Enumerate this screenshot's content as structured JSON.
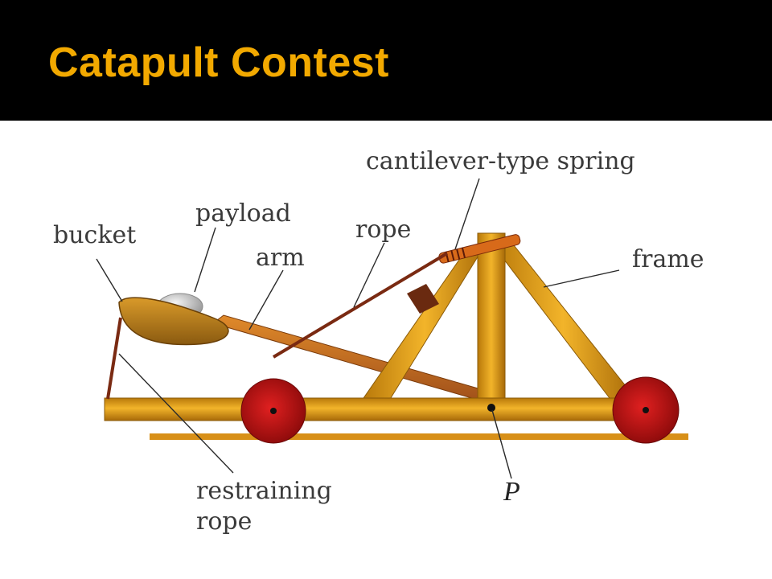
{
  "slide": {
    "title": "Catapult Contest"
  },
  "colors": {
    "title_text": "#F2A900",
    "title_background": "#000000",
    "content_background": "#FFFFFF",
    "wood": "#E0A020",
    "wheel": "#CC1010",
    "ground": "#D89018",
    "rope": "#7A2A12"
  },
  "diagram": {
    "labels": {
      "spring": "cantilever-type spring",
      "payload": "payload",
      "bucket": "bucket",
      "rope": "rope",
      "arm": "arm",
      "frame": "frame",
      "restraining_line1": "restraining",
      "restraining_line2": "rope",
      "pivot": "P"
    }
  }
}
